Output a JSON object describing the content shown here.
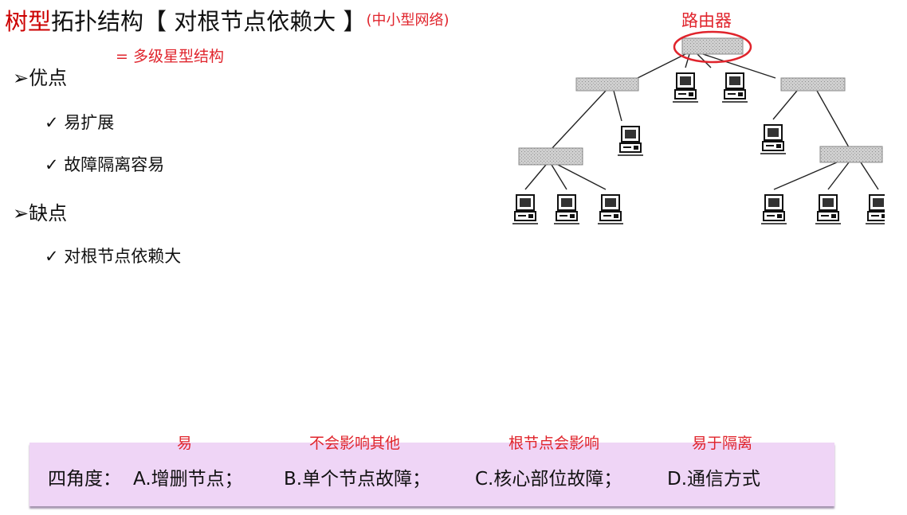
{
  "title": {
    "highlight": "树型",
    "main": "拓扑结构【 对根节点依赖大 】",
    "sub": "(中小型网络)"
  },
  "eq_note": "= 多级星型结构",
  "pros": {
    "heading": "优点",
    "items": [
      "易扩展",
      "故障隔离容易"
    ]
  },
  "cons": {
    "heading": "缺点",
    "items": [
      "对根节点依赖大"
    ]
  },
  "diagram": {
    "router_label": "路由器",
    "accent_color": "#e0242c"
  },
  "bottom_box": {
    "label": "四角度：",
    "options": [
      {
        "text": "A.增删节点；",
        "note": "易"
      },
      {
        "text": "B.单个节点故障；",
        "note": "不会影响其他"
      },
      {
        "text": "C.核心部位故障；",
        "note": "根节点会影响"
      },
      {
        "text": "D.通信方式",
        "note": "易于隔离"
      }
    ],
    "background": "#efd5f6"
  }
}
